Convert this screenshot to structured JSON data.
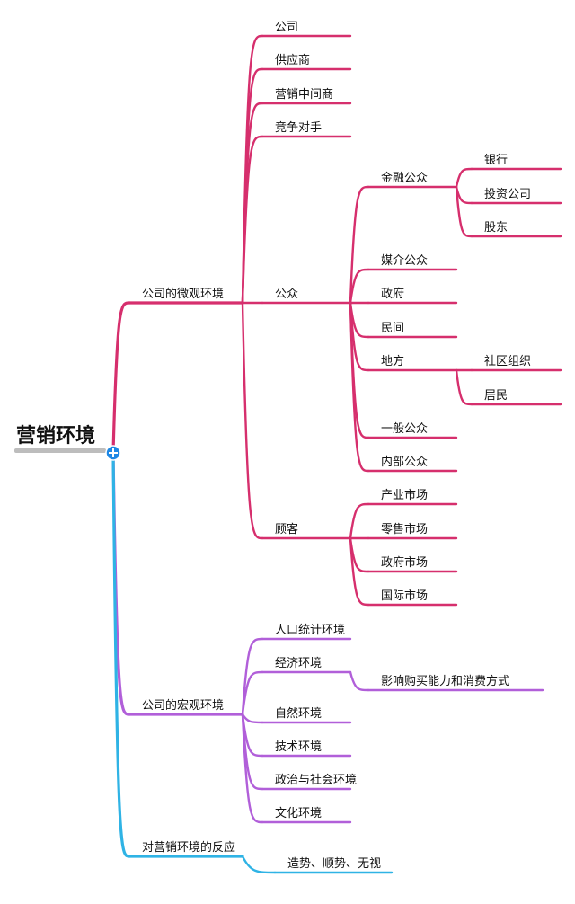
{
  "colors": {
    "micro": "#d62f6d",
    "macro": "#b15fd9",
    "response": "#2fb3e5",
    "root_underline": "#bdbdbd",
    "expand_button": "#1e88e5"
  },
  "mindmap": {
    "root": {
      "label": "营销环境",
      "expand_icon": "plus-icon",
      "children": [
        {
          "label": "公司的微观环境",
          "children": [
            {
              "label": "公司"
            },
            {
              "label": "供应商"
            },
            {
              "label": "营销中间商"
            },
            {
              "label": "竞争对手"
            },
            {
              "label": "公众",
              "children": [
                {
                  "label": "金融公众",
                  "children": [
                    {
                      "label": "银行"
                    },
                    {
                      "label": "投资公司"
                    },
                    {
                      "label": "股东"
                    }
                  ]
                },
                {
                  "label": "媒介公众"
                },
                {
                  "label": "政府"
                },
                {
                  "label": "民间"
                },
                {
                  "label": "地方",
                  "children": [
                    {
                      "label": "社区组织"
                    },
                    {
                      "label": "居民"
                    }
                  ]
                },
                {
                  "label": "一般公众"
                },
                {
                  "label": "内部公众"
                }
              ]
            },
            {
              "label": "顾客",
              "children": [
                {
                  "label": "产业市场"
                },
                {
                  "label": "零售市场"
                },
                {
                  "label": "政府市场"
                },
                {
                  "label": "国际市场"
                }
              ]
            }
          ]
        },
        {
          "label": "公司的宏观环境",
          "children": [
            {
              "label": "人口统计环境"
            },
            {
              "label": "经济环境",
              "children": [
                {
                  "label": "影响购买能力和消费方式"
                }
              ]
            },
            {
              "label": "自然环境"
            },
            {
              "label": "技术环境"
            },
            {
              "label": "政治与社会环境"
            },
            {
              "label": "文化环境"
            }
          ]
        },
        {
          "label": "对营销环境的反应",
          "children": [
            {
              "label": "造势、顺势、无视"
            }
          ]
        }
      ]
    }
  }
}
